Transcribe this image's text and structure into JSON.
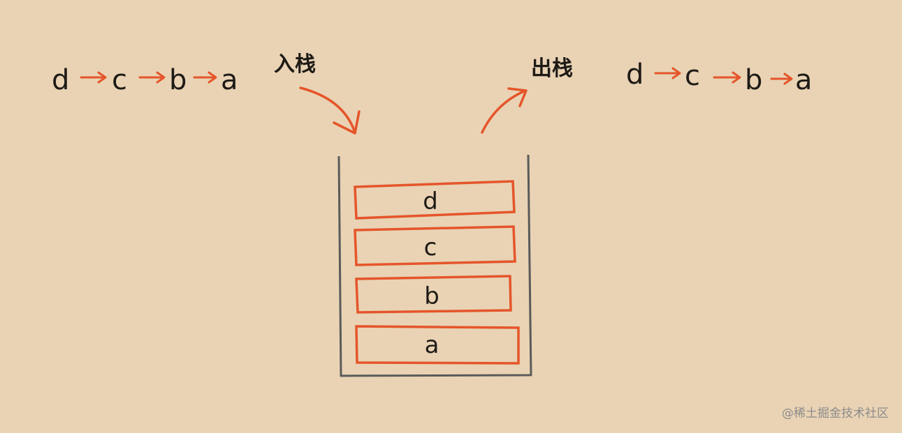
{
  "push": {
    "label": "入栈",
    "sequence": [
      "d",
      "c",
      "b",
      "a"
    ]
  },
  "pop": {
    "label": "出栈",
    "sequence": [
      "d",
      "c",
      "b",
      "a"
    ]
  },
  "stack": {
    "items_top_to_bottom": [
      "d",
      "c",
      "b",
      "a"
    ]
  },
  "watermark": "@稀土掘金技术社区",
  "colors": {
    "background": "#e9d3b4",
    "accent": "#e5552a",
    "ink": "#1e1a16",
    "container": "#5a5a5a"
  }
}
